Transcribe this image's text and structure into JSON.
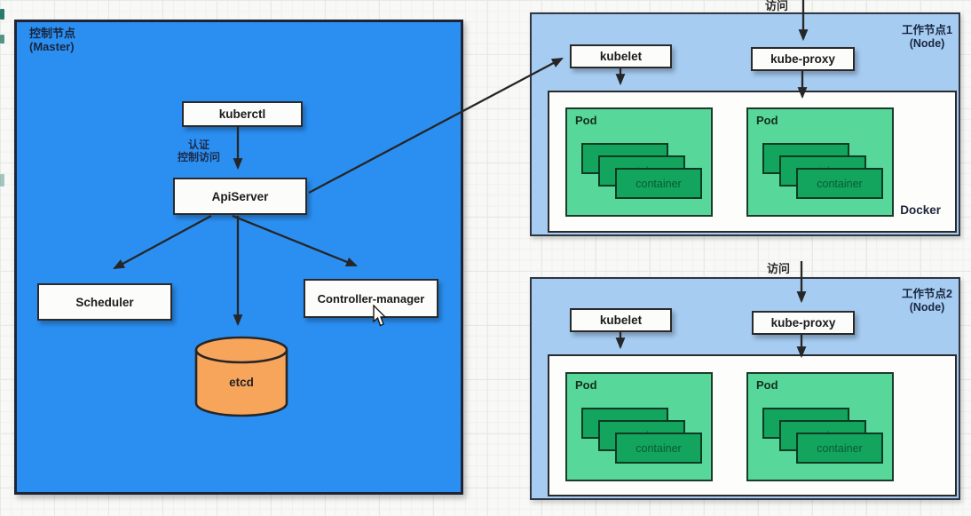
{
  "diagram": {
    "master": {
      "title": "控制节点",
      "subtitle": "(Master)",
      "kubectl": "kuberctl",
      "auth_line1": "认证",
      "auth_line2": "控制访问",
      "apiserver": "ApiServer",
      "scheduler": "Scheduler",
      "controller_manager": "Controller-manager",
      "etcd": "etcd"
    },
    "nodes": [
      {
        "title": "工作节点1",
        "subtitle": "(Node)",
        "access": "访问",
        "kubelet": "kubelet",
        "kube_proxy": "kube-proxy",
        "docker": "Docker",
        "pods": [
          {
            "label": "Pod",
            "container": "container"
          },
          {
            "label": "Pod",
            "container": "container"
          }
        ]
      },
      {
        "title": "工作节点2",
        "subtitle": "(Node)",
        "access": "访问",
        "kubelet": "kubelet",
        "kube_proxy": "kube-proxy",
        "pods": [
          {
            "label": "Pod",
            "container": "container"
          },
          {
            "label": "Pod",
            "container": "container"
          }
        ]
      }
    ],
    "colors": {
      "master_bg": "#2b8ff2",
      "node_bg": "#a6ccf2",
      "pod_bg": "#57d79a",
      "container_bg": "#13a55e",
      "etcd_fill": "#f8a55c",
      "component_bg": "#fcfcfa",
      "arrow": "#262626",
      "title_text": "#18263f",
      "grid_bg": "#f8f8f6"
    }
  }
}
